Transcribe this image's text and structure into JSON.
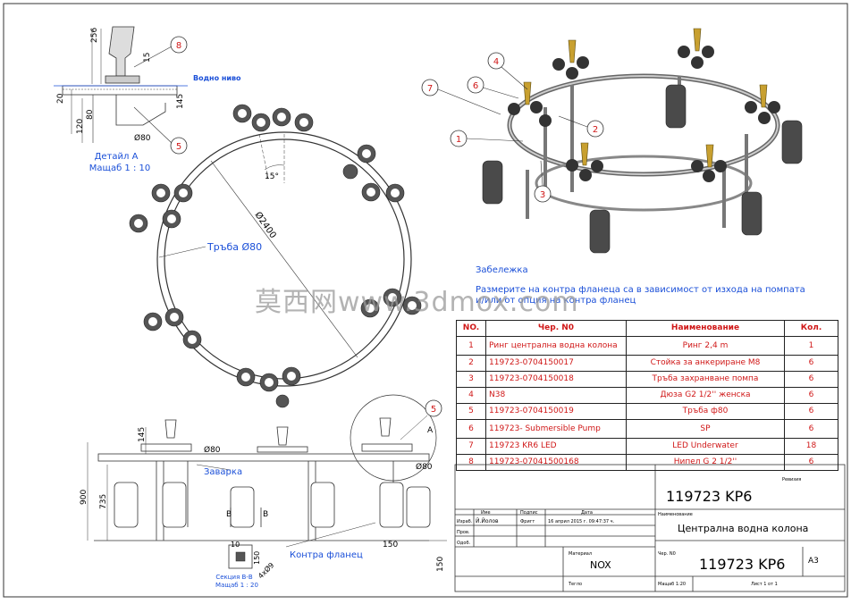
{
  "detail_a": {
    "title": "Детайл А",
    "scale": "Мащаб 1 : 10",
    "water_level": "Водно ниво",
    "dims": [
      "256",
      "15",
      "20",
      "145",
      "120",
      "80",
      "Ø80"
    ],
    "balloons": [
      "8",
      "5"
    ]
  },
  "top_view": {
    "pipe_label": "Тръба Ø80",
    "diameter": "Ø2400",
    "angle": "15°"
  },
  "iso_view": {
    "balloons": [
      "4",
      "6",
      "7",
      "1",
      "2",
      "3"
    ]
  },
  "note": {
    "title": "Забележка",
    "text_line1": "Размерите на контра фланеца са в зависимост от изхода на помпата",
    "text_line2": "и/или от опция на контра фланец"
  },
  "watermark": "莫西网www.3dmox.com",
  "bom": {
    "headers": [
      "NO.",
      "Чер. N0",
      "Наименование",
      "Кол."
    ],
    "rows": [
      {
        "no": "1",
        "code": "Ринг централна водна колона",
        "name": "Ринг 2,4 m",
        "qty": "1"
      },
      {
        "no": "2",
        "code": "119723-0704150017",
        "name": "Стойка за анкериране М8",
        "qty": "6"
      },
      {
        "no": "3",
        "code": "119723-0704150018",
        "name": "Тръба захранване помпа",
        "qty": "6"
      },
      {
        "no": "4",
        "code": "N38",
        "name": "Дюза G2 1/2'' женска",
        "qty": "6"
      },
      {
        "no": "5",
        "code": "119723-0704150019",
        "name": "Тръба ф80",
        "qty": "6"
      },
      {
        "no": "6",
        "code": "119723- Submersible Pump",
        "name": "SP",
        "qty": "6"
      },
      {
        "no": "7",
        "code": "119723 KR6 LED",
        "name": "LED Underwater",
        "qty": "18"
      },
      {
        "no": "8",
        "code": "119723-07041500168",
        "name": "Нипел G 2 1/2''",
        "qty": "6"
      }
    ]
  },
  "front_view": {
    "dims": [
      "145",
      "Ø80",
      "900",
      "735",
      "Ø80",
      "150",
      "150"
    ],
    "weld": "Заварка",
    "counter_flange": "Контра фланец",
    "detail_ref": "A",
    "balloon": "5",
    "section": "Секция В-В",
    "section_scale": "Мащаб 1 : 20",
    "section_dims": [
      "10",
      "150",
      "4xØ9"
    ],
    "section_marks": [
      "B",
      "B"
    ]
  },
  "title_block": {
    "revision_label": "Ревизия",
    "doc_number_top": "119723 KP6",
    "header_cols": [
      "Име",
      "Подпис",
      "Дата"
    ],
    "rows_labels": [
      "Израб.",
      "Пров.",
      "Одоб."
    ],
    "drawn_by": "Й.Йолов",
    "signature": "Фригт",
    "date": "16 април 2015 г. 09:47:37 ч.",
    "name_label": "Наименование",
    "title": "Централна водна колона",
    "material_label": "Материал",
    "material": "NOX",
    "drawing_no_label": "Чер. N0",
    "drawing_no": "119723 KP6",
    "sheet_size": "A3",
    "weight_label": "Тегло",
    "scale_label": "Мащаб 1:20",
    "sheet_label": "Лист 1 от 1"
  },
  "colors": {
    "red": "#d01818",
    "blue": "#1a4fd8",
    "line": "#222222"
  }
}
